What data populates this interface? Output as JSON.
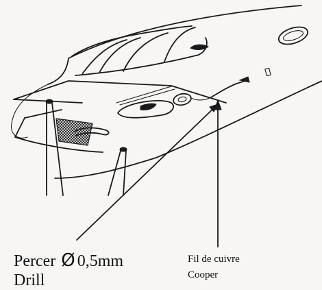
{
  "labels": {
    "drill": {
      "verb": "Percer",
      "diameter_symbol": "Ø",
      "size": "0,5mm",
      "english": "Drill"
    },
    "wire": {
      "french": "Fil de cuivre",
      "english": "Cooper"
    }
  },
  "colors": {
    "ink": "#1a1a1a",
    "paper": "#f7f6f4",
    "screen_pattern": "#555555"
  }
}
